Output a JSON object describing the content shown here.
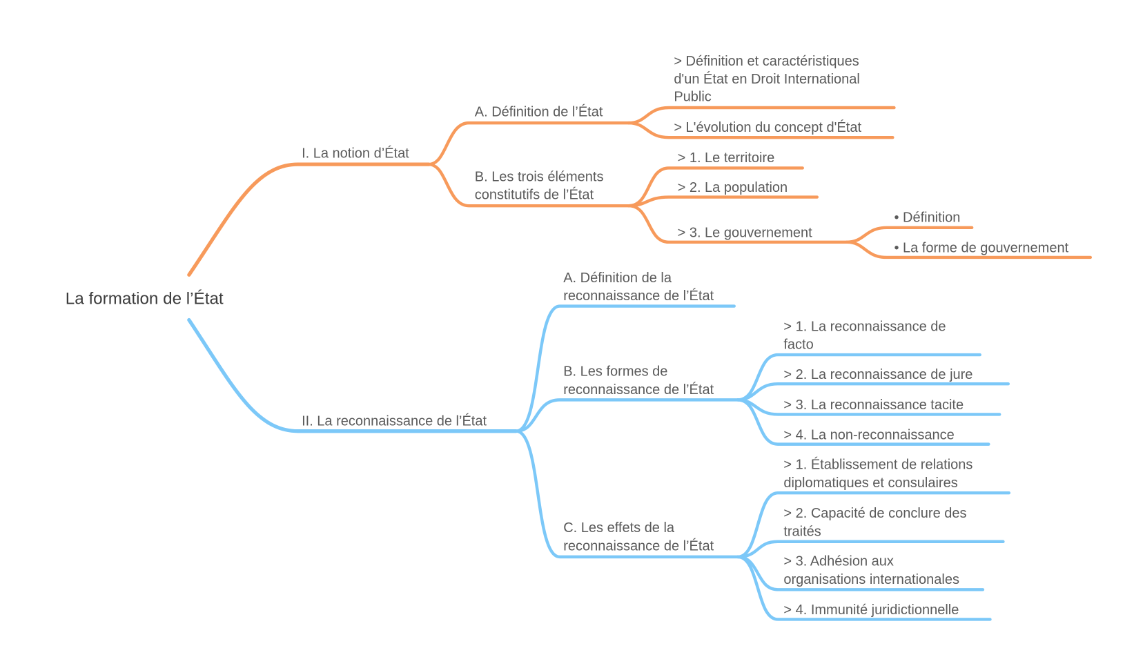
{
  "colors": {
    "orange": "#F79A5B",
    "blue": "#7CC8F8",
    "text": "#5a5a5a"
  },
  "root": "La formation de l’État",
  "part1": {
    "label": "I. La notion d’État",
    "A": {
      "label": "A.  Définition de l’État",
      "children": [
        {
          "lines": [
            ">   Définition et caractéristiques",
            "d'un État en Droit International",
            "Public"
          ]
        },
        {
          "lines": [
            ">   L'évolution du concept d'État"
          ]
        }
      ]
    },
    "B": {
      "lines": [
        "B.  Les trois éléments",
        "constitutifs de l’État"
      ],
      "children": [
        {
          "lines": [
            ">   1. Le territoire"
          ]
        },
        {
          "lines": [
            ">   2. La population"
          ]
        },
        {
          "lines": [
            ">   3. Le gouvernement"
          ],
          "children": [
            "• Définition",
            "• La forme de gouvernement"
          ]
        }
      ]
    }
  },
  "part2": {
    "label": "II.  La reconnaissance de l’État",
    "A": {
      "lines": [
        "A.  Définition de la",
        "reconnaissance de l’État"
      ]
    },
    "B": {
      "lines": [
        "B.  Les formes de",
        "reconnaissance de l’État"
      ],
      "children": [
        {
          "lines": [
            ">   1. La reconnaissance de",
            "facto"
          ]
        },
        {
          "lines": [
            ">   2. La reconnaissance de jure"
          ]
        },
        {
          "lines": [
            ">   3. La reconnaissance tacite"
          ]
        },
        {
          "lines": [
            ">   4. La non-reconnaissance"
          ]
        }
      ]
    },
    "C": {
      "lines": [
        "C.  Les effets de la",
        "reconnaissance de l’État"
      ],
      "children": [
        {
          "lines": [
            ">   1. Établissement de relations",
            "diplomatiques et consulaires"
          ]
        },
        {
          "lines": [
            ">   2. Capacité de conclure des",
            "traités"
          ]
        },
        {
          "lines": [
            ">   3. Adhésion aux",
            "organisations internationales"
          ]
        },
        {
          "lines": [
            ">   4. Immunité juridictionnelle"
          ]
        }
      ]
    }
  }
}
